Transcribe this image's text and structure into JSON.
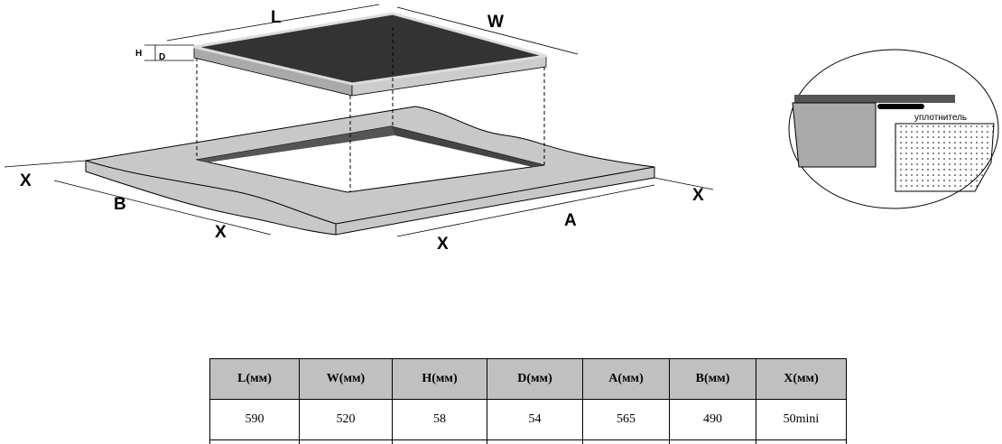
{
  "diagram": {
    "labels": {
      "L": "L",
      "W": "W",
      "H": "H",
      "D": "D",
      "A": "A",
      "B": "B",
      "X": "X"
    },
    "detail_label": "уплотнитель"
  },
  "table": {
    "headers": [
      "L(мм)",
      "W(мм)",
      "H(мм)",
      "D(мм)",
      "A(мм)",
      "B(мм)",
      "X(мм)"
    ],
    "values": [
      "590",
      "520",
      "58",
      "54",
      "565",
      "490",
      "50mini"
    ]
  }
}
